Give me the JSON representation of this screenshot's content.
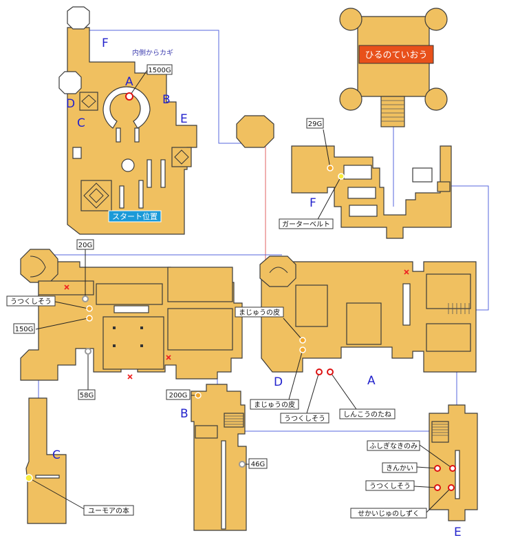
{
  "map_title": "ひるのていおう",
  "start_label": "スタート位置",
  "note_inside_key": "内側からカギ",
  "letters": {
    "A": "A",
    "B": "B",
    "C": "C",
    "D": "D",
    "E": "E",
    "F": "F"
  },
  "callouts": {
    "g1500": "1500G",
    "g29": "29G",
    "garter": "ガーターベルト",
    "g20": "20G",
    "utsukushisou_1": "うつくしそう",
    "g150": "150G",
    "g58": "58G",
    "majuu_1": "まじゅうの皮",
    "majuu_2": "まじゅうの皮",
    "utsukushisou_2": "うつくしそう",
    "shinkou": "しんこうのたね",
    "g200": "200G",
    "g46": "46G",
    "yuumoa": "ユーモアの本",
    "fushigi": "ふしぎなきのみ",
    "kinkai": "きんかい",
    "utsukushisou_3": "うつくしそう",
    "sekaiju": "せかいじゅのしずく"
  },
  "colors": {
    "floor": "#f0c060",
    "title_bg": "#e8501a",
    "start_bg": "#1a9ad8",
    "letter": "#2222cc",
    "connector_blue": "#5566dd",
    "connector_red": "#e06060"
  }
}
